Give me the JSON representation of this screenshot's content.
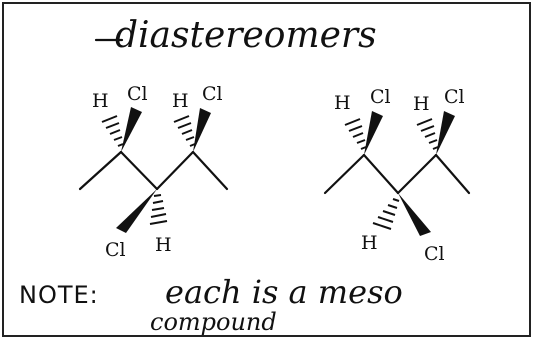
{
  "title": "diastereomers",
  "note_label": "NOTE:",
  "note_line1": "each is a meso",
  "note_line2": "compound",
  "colors": {
    "ink": "#111111",
    "background": "#ffffff"
  },
  "molecules": [
    {
      "name": "molecule-left",
      "top_labels": [
        {
          "text": "H"
        },
        {
          "text": "Cl"
        },
        {
          "text": "H"
        },
        {
          "text": "Cl"
        }
      ],
      "bottom_labels": [
        {
          "text": "Cl"
        },
        {
          "text": "H"
        }
      ]
    },
    {
      "name": "molecule-right",
      "top_labels": [
        {
          "text": "H"
        },
        {
          "text": "Cl"
        },
        {
          "text": "H"
        },
        {
          "text": "Cl"
        }
      ],
      "bottom_labels": [
        {
          "text": "H"
        },
        {
          "text": "Cl"
        }
      ]
    }
  ]
}
